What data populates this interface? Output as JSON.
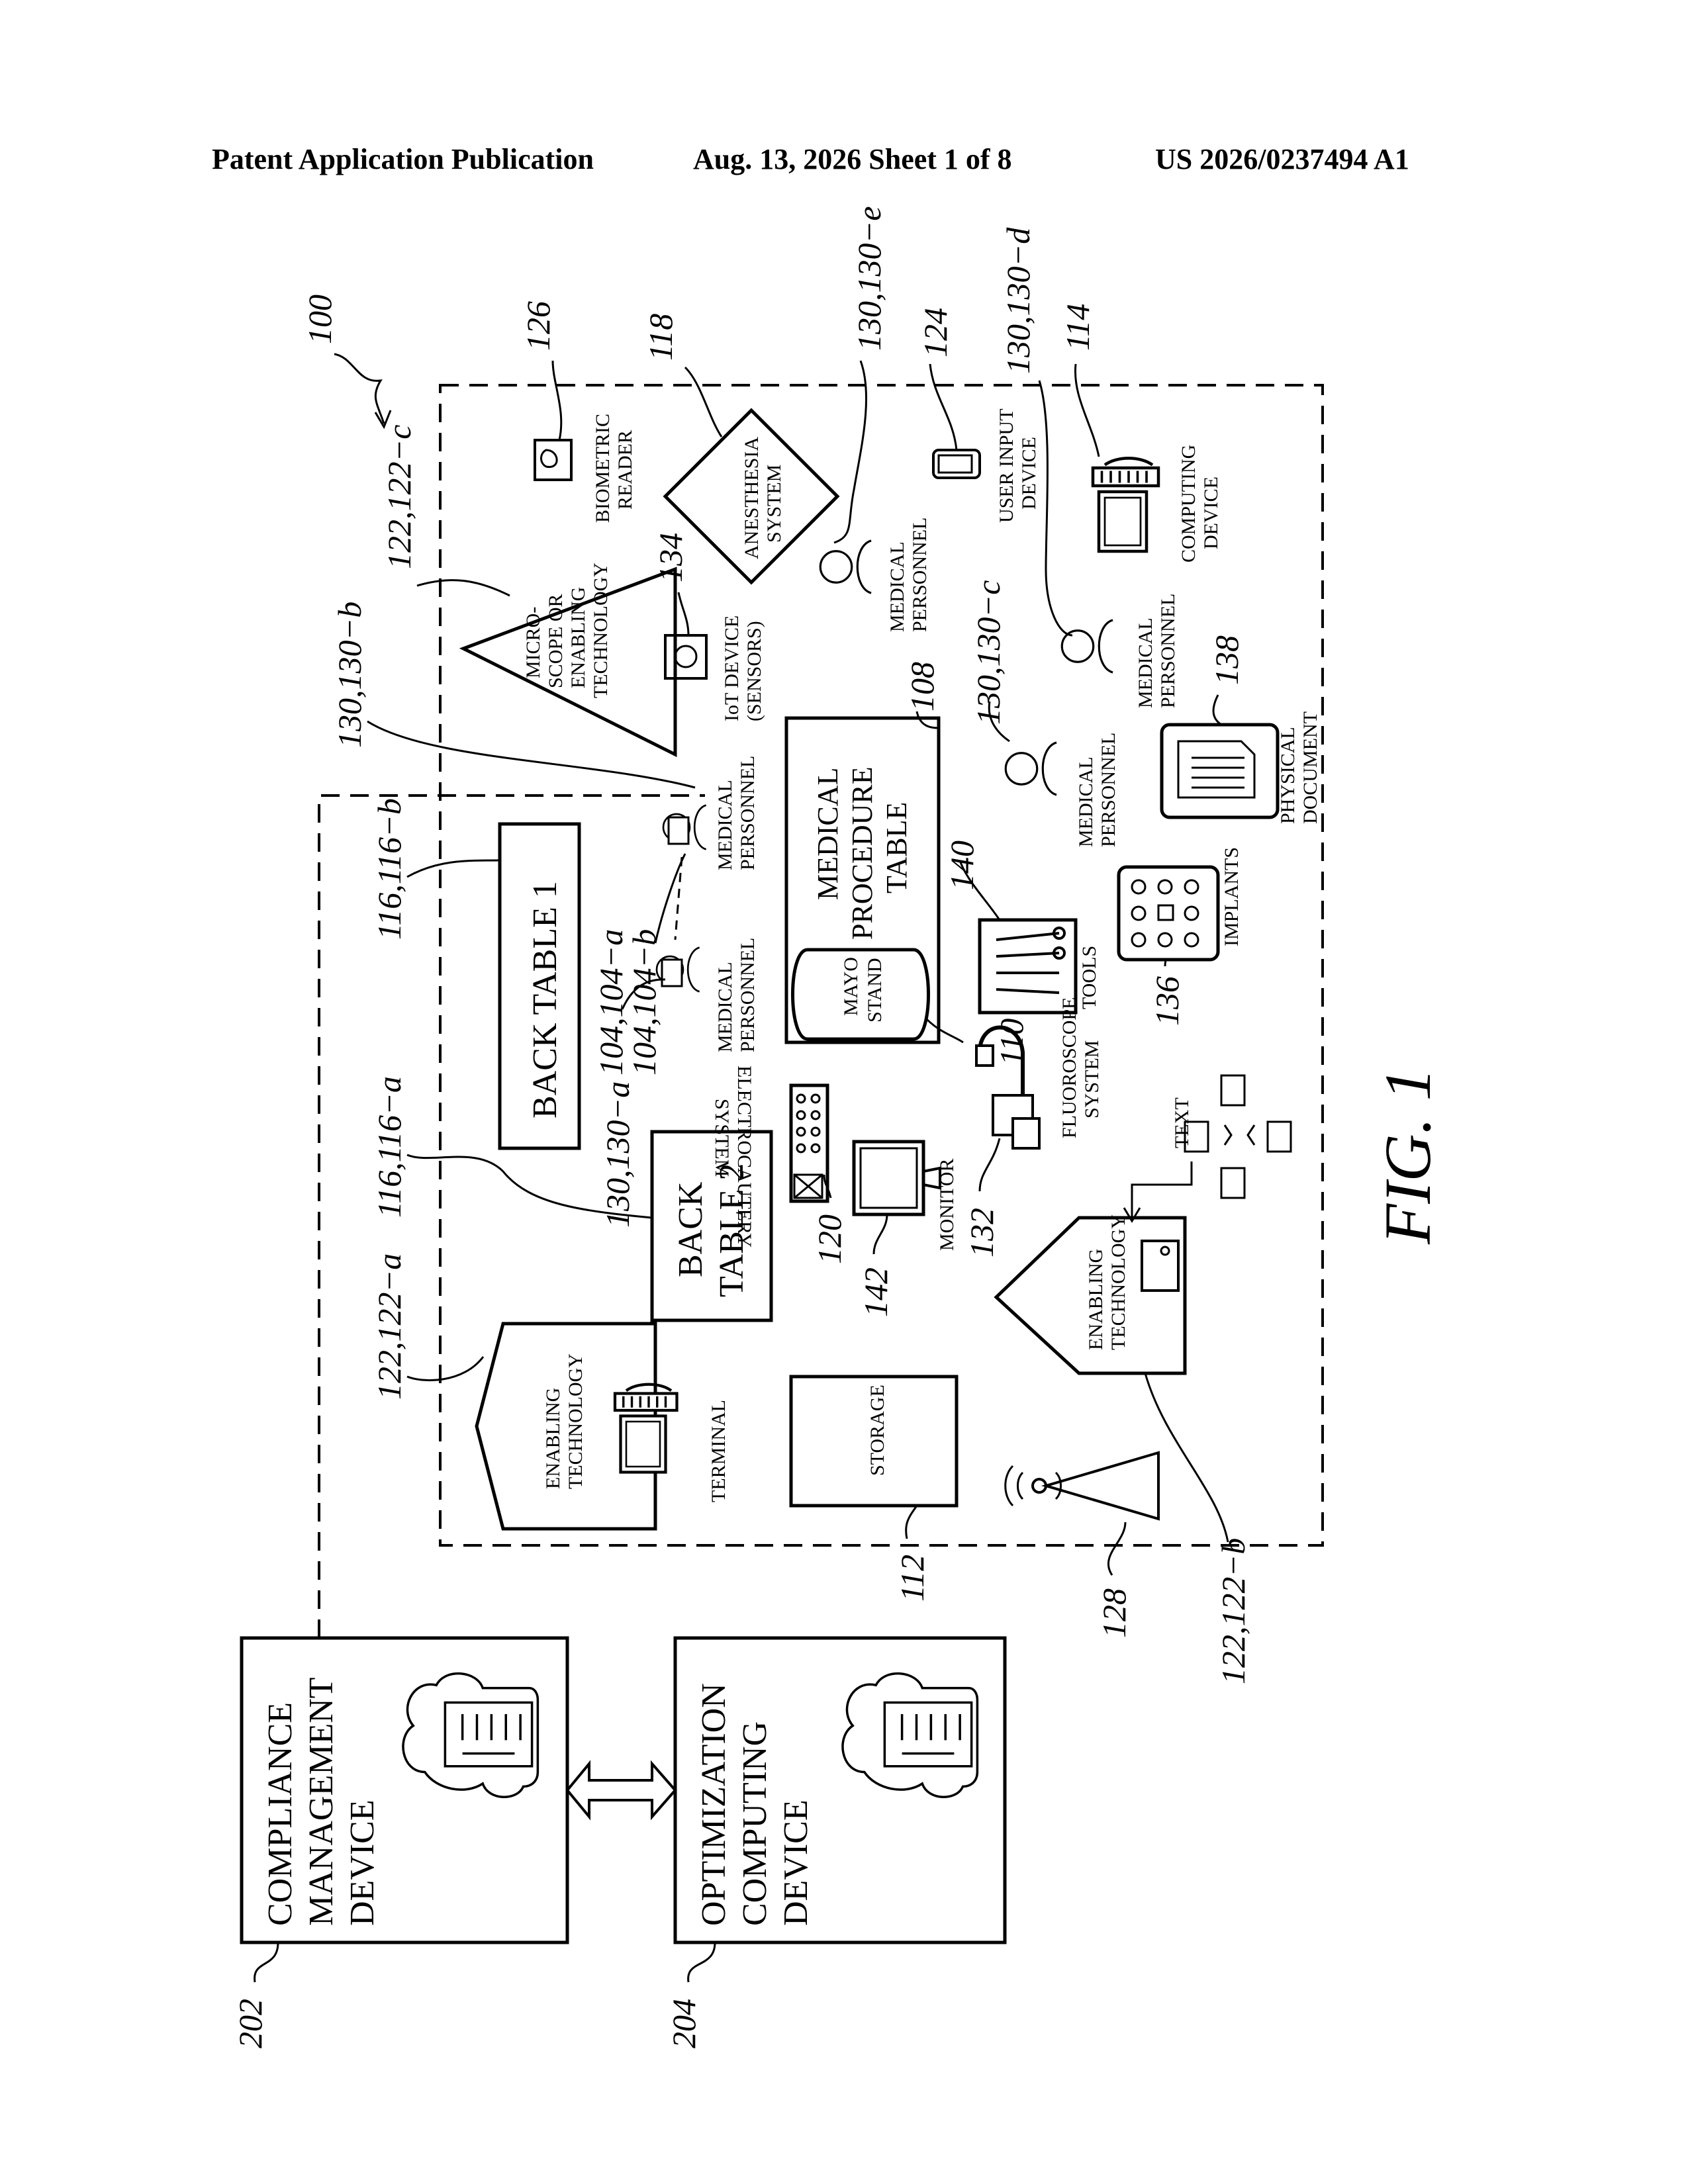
{
  "header": {
    "left": "Patent Application Publication",
    "center": "Aug. 13, 2026  Sheet 1 of 8",
    "right": "US 2026/0237494 A1"
  },
  "figure": {
    "caption": "FIG. 1",
    "refs": {
      "r100": "100",
      "r202": "202",
      "r204": "204",
      "r112": "112",
      "r128": "128",
      "r122b": "122,122−b",
      "r122a": "122,122−a",
      "r116a": "116,116−a",
      "r116b": "116,116−b",
      "r130a": "130,130−a",
      "r104a": "104,104−a",
      "r104b": "104,104−b",
      "r130b": "130,130−b",
      "r122c": "122,122−c",
      "r134": "134",
      "r126": "126",
      "r118": "118",
      "r130e": "130,130−e",
      "r124": "124",
      "r130d": "130,130−d",
      "r114": "114",
      "r108": "108",
      "r130c": "130,130−c",
      "r138": "138",
      "r140": "140",
      "r136": "136",
      "r110": "110",
      "r132": "132",
      "r120": "120",
      "r142": "142"
    },
    "labels": {
      "compliance": [
        "COMPLIANCE",
        "MANAGEMENT",
        "DEVICE"
      ],
      "optimization": [
        "OPTIMIZATION",
        "COMPUTING",
        "DEVICE"
      ],
      "storage": "STORAGE",
      "terminal": "TERMINAL",
      "enabling_tech_a": [
        "ENABLING",
        "TECHNOLOGY"
      ],
      "enabling_tech_b": [
        "ENABLING",
        "TECHNOLOGY"
      ],
      "back_table_2": [
        "BACK",
        "TABLE 2"
      ],
      "back_table_1": "BACK TABLE 1",
      "monitor": "MONITOR",
      "electrocautery": [
        "ELECTROCAUTERY",
        "SYSTEM"
      ],
      "fluoroscope": [
        "FLUOROSCOPE",
        "SYSTEM"
      ],
      "text": "TEXT",
      "med_personnel": [
        "MEDICAL",
        "PERSONNEL"
      ],
      "mayo_stand": [
        "MAYO",
        "STAND"
      ],
      "procedure_table": [
        "MEDICAL",
        "PROCEDURE",
        "TABLE"
      ],
      "tools": "TOOLS",
      "implants": "IMPLANTS",
      "physical_document": [
        "PHYSICAL",
        "DOCUMENT"
      ],
      "microscope": [
        "MICRO-",
        "SCOPE OR",
        "ENABLING",
        "TECHNOLOGY"
      ],
      "iot_device": [
        "IoT DEVICE",
        "(SENSORS)"
      ],
      "anesthesia": [
        "ANESTHESIA",
        "SYSTEM"
      ],
      "biometric": [
        "BIOMETRIC",
        "READER"
      ],
      "user_input": [
        "USER INPUT",
        "DEVICE"
      ],
      "computing_device": [
        "COMPUTING",
        "DEVICE"
      ]
    }
  }
}
